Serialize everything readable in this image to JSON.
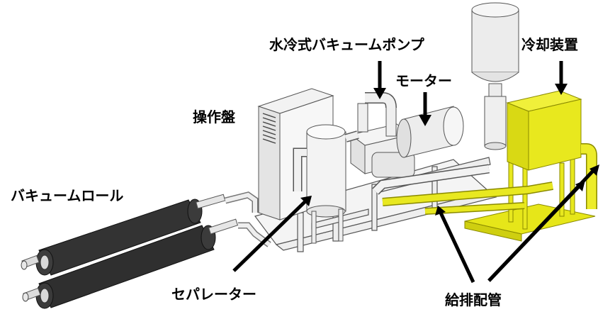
{
  "labels": {
    "pump": "水冷式バキュームポンプ",
    "cooler": "冷却装置",
    "motor": "モーター",
    "panel": "操作盤",
    "roll": "バキュームロール",
    "separator": "セパレーター",
    "piping": "給排配管"
  },
  "colors": {
    "machine_body": "#ececec",
    "machine_edge": "#555555",
    "roll": "#2f2f2f",
    "cooler": "#e6e619",
    "cooler_edge": "#8a8a00",
    "arrow": "#000000"
  }
}
